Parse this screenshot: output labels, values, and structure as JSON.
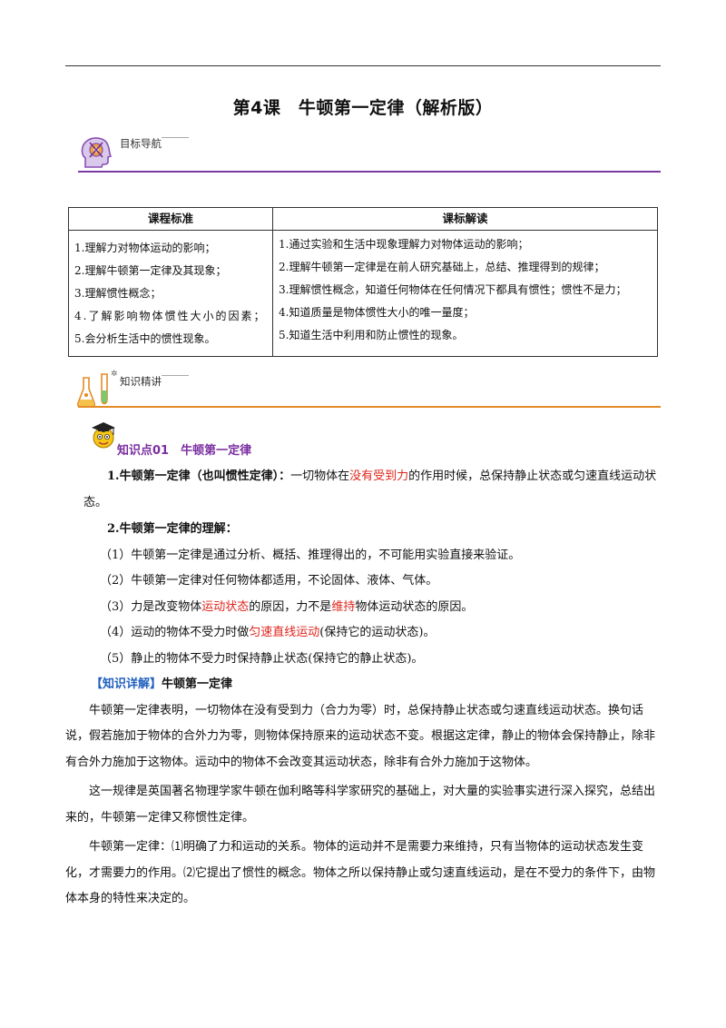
{
  "title": "第4课　牛顿第一定律（解析版）",
  "section1": {
    "label": "目标导航",
    "icon": "brain-gear-icon"
  },
  "table": {
    "headers": [
      "课程标准",
      "课标解读"
    ],
    "left": [
      "1.理解力对物体运动的影响；",
      "2.理解牛顿第一定律及其现象；",
      "3.理解惯性概念；",
      "4.了解影响物体惯性大小的因素；",
      "5.会分析生活中的惯性现象。"
    ],
    "right": [
      "1.通过实验和生活中现象理解力对物体运动的影响；",
      "2.理解牛顿第一定律是在前人研究基础上，总结、推理得到的规律；",
      "3.理解惯性概念，知道任何物体在任何情况下都具有惯性；惯性不是力；",
      "4.知道质量是物体惯性大小的唯一量度；",
      "5.知道生活中利用和防止惯性的现象。"
    ]
  },
  "section2": {
    "label": "知识精讲",
    "icon": "lab-flask-icon"
  },
  "kp1": {
    "title": "知识点01　牛顿第一定律",
    "icon": "graduate-mascot-icon"
  },
  "def": {
    "head": "1.牛顿第一定律（也叫惯性定律）：",
    "pre": "一切物体在",
    "red": "没有受到力",
    "post": "的作用时候，总保持静止状态或匀速直线运动状态。"
  },
  "understand": {
    "head": "2.牛顿第一定律的理解：",
    "i1": "（1）牛顿第一定律是通过分析、概括、推理得出的，不可能用实验直接来验证。",
    "i2": "（2）牛顿第一定律对任何物体都适用，不论固体、液体、气体。",
    "i3a": "（3）力是改变物体",
    "i3r1": "运动状态",
    "i3b": "的原因，力不是",
    "i3r2": "维持",
    "i3c": "物体运动状态的原因。",
    "i4a": "（4）运动的物体不受力时做",
    "i4r": "匀速直线运动",
    "i4b": "(保持它的运动状态)。",
    "i5": "（5）静止的物体不受力时保持静止状态(保持它的静止状态)。"
  },
  "detail": {
    "tag": "【知识详解】",
    "title": "牛顿第一定律",
    "p1": "牛顿第一定律表明，一切物体在没有受到力（合力为零）时，总保持静止状态或匀速直线运动状态。换句话说，假若施加于物体的合外力为零，则物体保持原来的运动状态不变。根据这定律，静止的物体会保持静止，除非有合外力施加于这物体。运动中的物体不会改变其运动状态，除非有合外力施加于这物体。",
    "p2": "这一规律是英国著名物理学家牛顿在伽利略等科学家研究的基础上，对大量的实验事实进行深入探究，总结出来的，牛顿第一定律又称惯性定律。",
    "p3": "牛顿第一定律：⑴明确了力和运动的关系。物体的运动并不是需要力来维持，只有当物体的运动状态发生变化，才需要力的作用。⑵它提出了惯性的概念。物体之所以保持静止或匀速直线运动，是在不受力的条件下，由物体本身的特性来决定的。"
  },
  "colors": {
    "accent_purple": "#7b3aa3",
    "accent_orange": "#e58a25",
    "red": "#e0241c",
    "blue": "#1f5fbf"
  }
}
